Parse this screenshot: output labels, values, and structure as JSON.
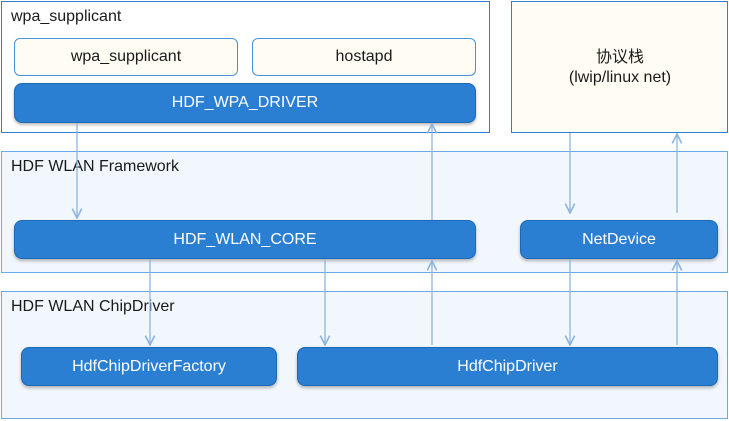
{
  "groups": {
    "wpa": {
      "title": "wpa_supplicant"
    },
    "framework": {
      "title": "HDF WLAN Framework"
    },
    "chipdriver": {
      "title": "HDF WLAN ChipDriver"
    },
    "stack": {
      "line1": "协议栈",
      "line2": "(lwip/linux net)"
    }
  },
  "boxes": {
    "wpa_supplicant": "wpa_supplicant",
    "hostapd": "hostapd",
    "hdf_wpa_driver": "HDF_WPA_DRIVER",
    "hdf_wlan_core": "HDF_WLAN_CORE",
    "netdevice": "NetDevice",
    "chip_driver_factory": "HdfChipDriverFactory",
    "chip_driver": "HdfChipDriver"
  },
  "colors": {
    "box_fill": "#2a7fd3",
    "frame_border": "#2f7fd6",
    "framework_fill": "#f1f7fc",
    "cream_fill": "#fffdf3",
    "arrow": "#8fb5de"
  }
}
